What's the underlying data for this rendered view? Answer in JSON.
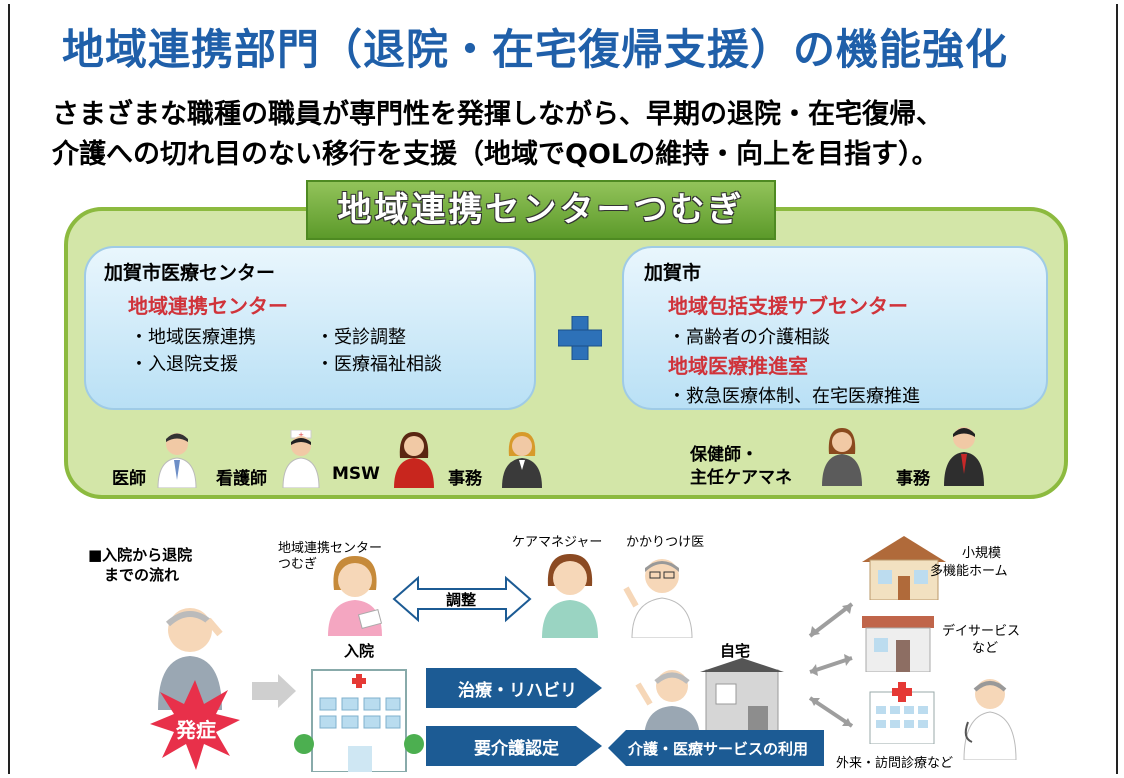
{
  "header": {
    "title": "地域連携部門（退院・在宅復帰支援）の機能強化",
    "subtitle_line1": "さまざまな職種の職員が専門性を発揮しながら、早期の退院・在宅復帰、",
    "subtitle_line2": "介護への切れ目のない移行を支援（地域でQOLの維持・向上を目指す）。"
  },
  "center": {
    "banner": "地域連携センターつむぎ",
    "left": {
      "org": "加賀市医療センター",
      "unit": "地域連携センター",
      "items": [
        "・地域医療連携",
        "・受診調整",
        "・入退院支援",
        "・医療福祉相談"
      ]
    },
    "right": {
      "org": "加賀市",
      "unit1": "地域包括支援サブセンター",
      "item1": "・高齢者の介護相談",
      "unit2": "地域医療推進室",
      "item2": "・救急医療体制、在宅医療推進"
    },
    "staff_left": [
      "医師",
      "看護師",
      "MSW",
      "事務"
    ],
    "staff_right": {
      "role_line1": "保健師・",
      "role_line2": "主任ケアマネ",
      "office": "事務"
    }
  },
  "flow": {
    "heading_line1": "■入院から退院",
    "heading_line2": "までの流れ",
    "tsumugi_line1": "地域連携センター",
    "tsumugi_line2": "つむぎ",
    "care_manager": "ケアマネジャー",
    "family_doctor": "かかりつけ医",
    "coordination": "調整",
    "onset": "発症",
    "admission": "入院",
    "home": "自宅",
    "treatment": "治療・リハビリ",
    "care_cert": "要介護認定",
    "services": "介護・医療サービスの利用",
    "facility1_line1": "小規模",
    "facility1_line2": "多機能ホーム",
    "facility2_line1": "デイサービス",
    "facility2_line2": "など",
    "facility3": "外来・訪問診療など"
  },
  "colors": {
    "title_blue": "#1f5fa9",
    "accent_red": "#d0333a",
    "panel_green": "#d3e6a8",
    "arrow_navy": "#1c5b94"
  }
}
